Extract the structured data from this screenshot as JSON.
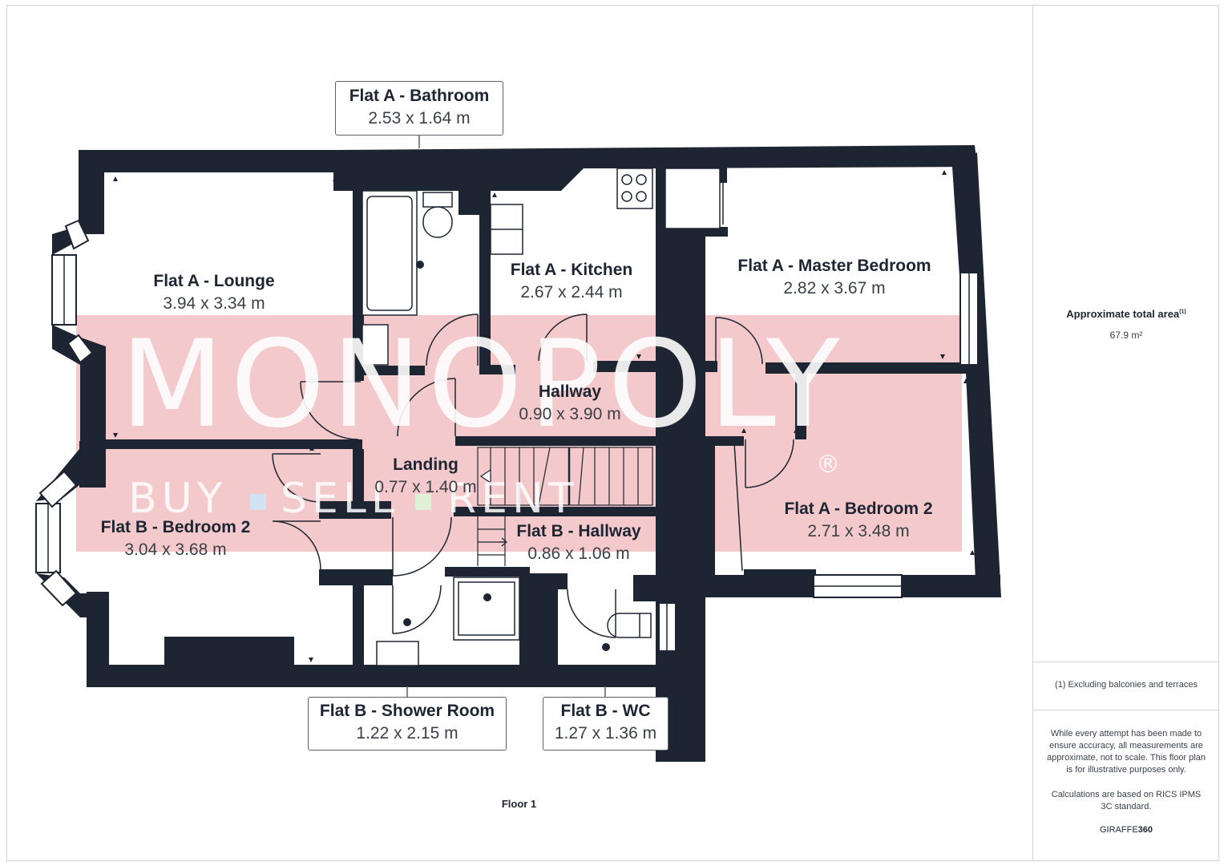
{
  "watermark": {
    "brand": "MONOPOLY",
    "registered": "®",
    "tagline_words": [
      "BUY",
      "SELL",
      "RENT"
    ],
    "color": "#f3c9cc"
  },
  "rooms": {
    "flat_a_bathroom": {
      "name": "Flat A - Bathroom",
      "dims": "2.53 x 1.64 m"
    },
    "flat_a_lounge": {
      "name": "Flat A - Lounge",
      "dims": "3.94 x 3.34 m"
    },
    "flat_a_kitchen": {
      "name": "Flat A - Kitchen",
      "dims": "2.67 x 2.44 m"
    },
    "flat_a_master_bedroom": {
      "name": "Flat A - Master Bedroom",
      "dims": "2.82 x 3.67 m"
    },
    "hallway": {
      "name": "Hallway",
      "dims": "0.90 x 3.90 m"
    },
    "landing": {
      "name": "Landing",
      "dims": "0.77 x 1.40 m"
    },
    "flat_b_bedroom_2": {
      "name": "Flat B - Bedroom 2",
      "dims": "3.04 x 3.68 m"
    },
    "flat_b_hallway": {
      "name": "Flat B - Hallway",
      "dims": "0.86 x 1.06 m"
    },
    "flat_a_bedroom_2": {
      "name": "Flat A - Bedroom 2",
      "dims": "2.71 x 3.48 m"
    },
    "flat_b_shower_room": {
      "name": "Flat B - Shower Room",
      "dims": "1.22 x 2.15 m"
    },
    "flat_b_wc": {
      "name": "Flat B - WC",
      "dims": "1.27 x 1.36 m"
    }
  },
  "floor_label": "Floor 1",
  "sidebar": {
    "area_title": "Approximate total area",
    "area_footnote_mark": "(1)",
    "area_value": "67.9 m²",
    "footnote": "(1) Excluding balconies and terraces",
    "disclaimer": "While every attempt has been made to ensure accuracy, all measurements are approximate, not to scale. This floor plan is for illustrative purposes only.",
    "calc_note": "Calculations are based on RICS IPMS 3C standard.",
    "brand_prefix": "GIRAFFE",
    "brand_suffix": "360"
  },
  "colors": {
    "wall": "#1e2532",
    "line": "#1e2532",
    "label_border": "#5a5f68",
    "frame": "#cfd2d6"
  }
}
